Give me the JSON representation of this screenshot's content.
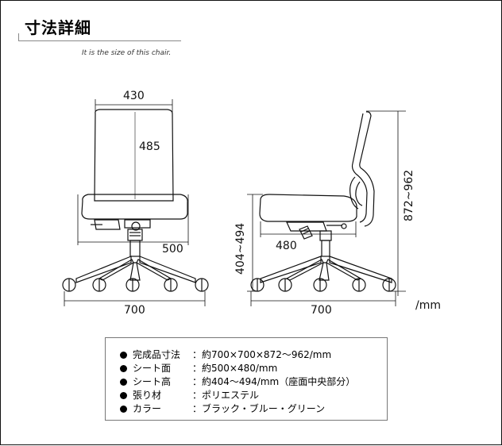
{
  "header": {
    "title": "寸法詳細",
    "subtitle": "It is the size of this chair."
  },
  "dimensions": {
    "front_width": "430",
    "front_back_height": "485",
    "front_seat_depth": "500",
    "front_base": "700",
    "side_total_height": "872~962",
    "side_seat_height": "404~494",
    "side_seat_depth": "480",
    "side_base": "700",
    "unit": "/mm"
  },
  "specs": [
    {
      "label": "完成品寸法",
      "value": "：約700×700×872～962/mm"
    },
    {
      "label": "シート面",
      "value": "：約500×480/mm"
    },
    {
      "label": "シート高",
      "value": "：約404～494/mm（座面中央部分）"
    },
    {
      "label": "張り材",
      "value": "：ポリエステル"
    },
    {
      "label": "カラー",
      "value": "：ブラック・ブルー・グリーン"
    }
  ],
  "colors": {
    "line": "#111111",
    "gray_line": "#888888"
  }
}
